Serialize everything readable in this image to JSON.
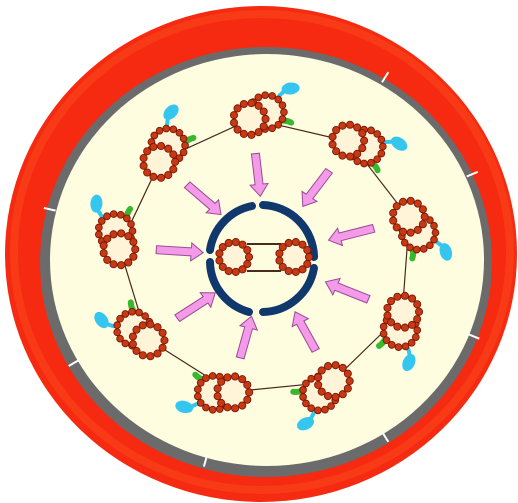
{
  "diagram": {
    "type": "axoneme-cross-section",
    "outer_doublet_count": 9,
    "central_pair_count": 2,
    "components": [
      "plasma-membrane",
      "cytoplasm",
      "outer-microtubule-doublet",
      "central-microtubule-pair",
      "central-sheath",
      "radial-spoke",
      "dynein-outer-arm",
      "dynein-inner-arm",
      "nexin-link"
    ],
    "colors": {
      "background": "#ffffff",
      "outer_membrane": "#f52a10",
      "membrane_highlight": "#ff5a22",
      "inner_ring": "#6b6b6b",
      "cytoplasm": "#fefde0",
      "microtubule_subunit": "#c53a12",
      "microtubule_outline": "#7d1707",
      "microtubule_fill": "#fff4d8",
      "dynein_outer": "#35c6ef",
      "dynein_inner": "#39b82f",
      "radial_spoke": "#f39ae9",
      "radial_spoke_outline": "#9b4a96",
      "central_sheath": "#10386d",
      "nexin_link": "#4a2a1a",
      "membrane_ticks": "#ffffff"
    }
  }
}
